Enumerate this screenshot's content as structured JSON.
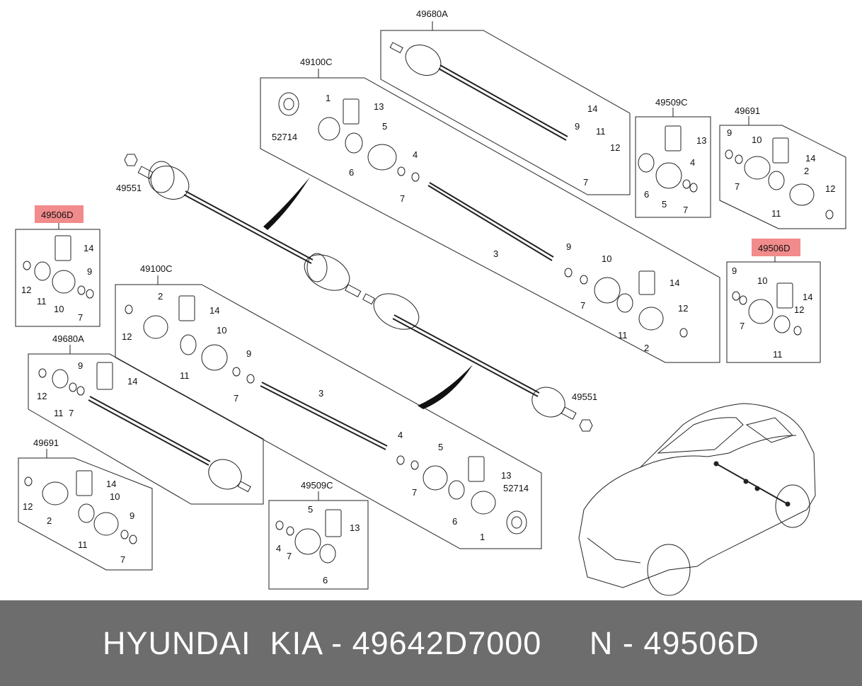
{
  "diagram": {
    "groups": {
      "g49680A_top": "49680A",
      "g49100C_top": "49100C",
      "g49509C_top": "49509C",
      "g49691_top": "49691",
      "g49506D_left": "49506D",
      "g49506D_right": "49506D",
      "g49100C_mid": "49100C",
      "g49680A_left": "49680A",
      "g49691_bottom": "49691",
      "g49509C_bottom": "49509C"
    },
    "parts": {
      "p1": "1",
      "p2": "2",
      "p3": "3",
      "p4": "4",
      "p5": "5",
      "p6": "6",
      "p7": "7",
      "p9": "9",
      "p10": "10",
      "p11": "11",
      "p12": "12",
      "p13": "13",
      "p14": "14",
      "p52714": "52714",
      "p49551": "49551"
    }
  },
  "footer": {
    "text": "HYUNDAI  KIA - 49642D7000     N - 49506D"
  },
  "colors": {
    "highlight": "#f28b8b",
    "footer_bg": "#6d6d6d"
  }
}
